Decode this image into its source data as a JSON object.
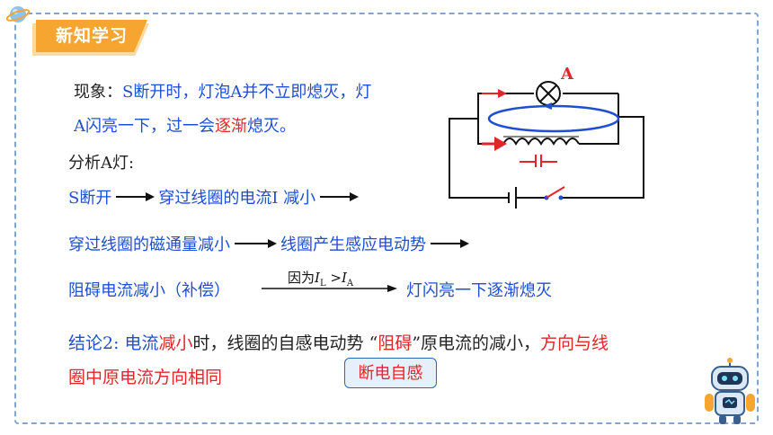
{
  "header": {
    "badge_label": "新知学习"
  },
  "phenomenon": {
    "prefix": "现象：",
    "clause1": "S断开时，灯泡A并不立即熄灭，灯",
    "line2_a": "A闪亮一下，过一会",
    "line2_red": "逐渐",
    "line2_b": "熄灭。"
  },
  "analysis_label": "分析A灯:",
  "chain": {
    "s_off": "S断开",
    "current_decrease": "穿过线圈的电流I 减小",
    "flux_decrease": "穿过线圈的磁通量减小",
    "emf": "线圈产生感应电动势",
    "hinder": "阻碍电流减小（补偿）",
    "condition_prefix": "因为",
    "condition_IL": "I",
    "condition_L": "L",
    "condition_gt": " >",
    "condition_IA": "I",
    "condition_A": "A",
    "result": "灯闪亮一下逐渐熄灭"
  },
  "conclusion": {
    "label": "结论2: 电流",
    "red1": "减小",
    "text1": "时，线圈的自感电动势 “",
    "red2": "阻碍",
    "text2": "”原电流的减小，",
    "red3": "方向与线",
    "line2": "圈中原电流方向相同"
  },
  "chip_label": "断电自感",
  "circuit": {
    "lamp_label": "A"
  },
  "colors": {
    "accent": "#f6a531",
    "blue": "#1f4fd0",
    "red": "#e0262b",
    "frame": "#7fa6cf"
  }
}
